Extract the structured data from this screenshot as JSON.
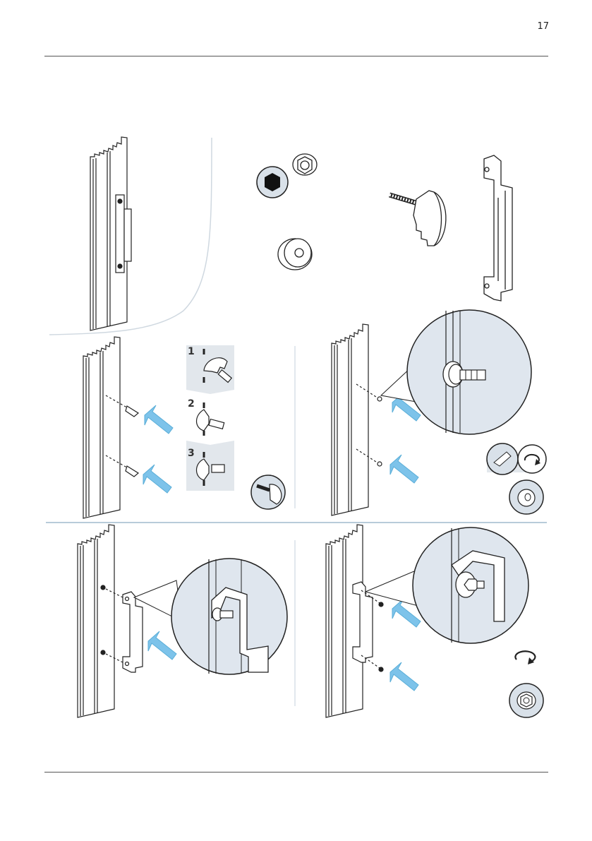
{
  "page": {
    "number": "17"
  },
  "steps": [
    {
      "number": "1"
    },
    {
      "number": "2"
    },
    {
      "number": "3"
    }
  ],
  "colors": {
    "arrow": "#7dc3ea",
    "zoom_fill": "#dfe6ee",
    "line": "#222222",
    "divider": "#b8cbd9"
  },
  "icons": {
    "hex_tool": "hex-socket-icon",
    "rotate": "rotate-clockwise-icon",
    "washer": "washer-icon",
    "nut": "flange-nut-icon",
    "bolt": "t-bolt-icon"
  }
}
